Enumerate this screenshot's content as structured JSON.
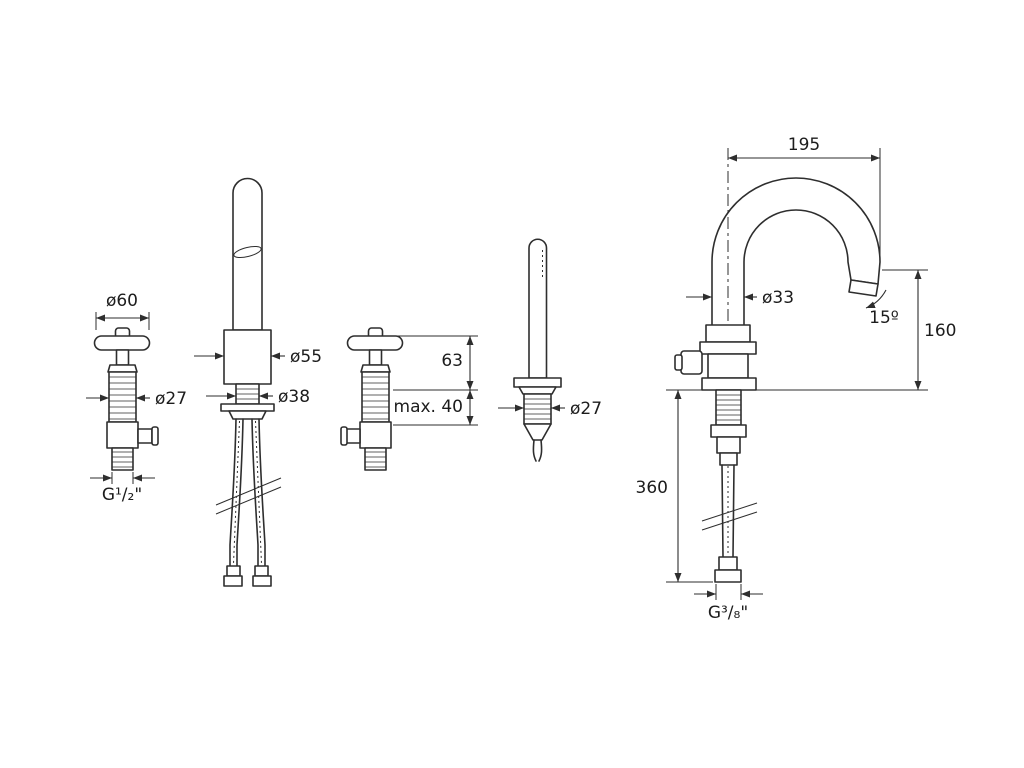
{
  "drawing": {
    "kind": "faucet installation technical drawing",
    "line_color": "#2e2e2e",
    "background": "#ffffff"
  },
  "figures": {
    "side_valve_left": {
      "name": "side valve with cross handle",
      "labels": {
        "handle_diameter": "ø60",
        "shank_diameter": "ø27",
        "connection_thread": "G¹/₂\""
      }
    },
    "spout_column": {
      "name": "deck column with supply hoses",
      "labels": {
        "body_diameter": "ø55",
        "shank_diameter": "ø38"
      }
    },
    "side_valve_right": {
      "name": "side valve with mounting dimensions",
      "labels": {
        "handle_height": "63",
        "max_deck_thickness": "max. 40"
      }
    },
    "handshower": {
      "name": "handshower in deck holder",
      "labels": {
        "shank_diameter": "ø27"
      }
    },
    "mixer_spout": {
      "name": "swan-neck spout with supply hose",
      "labels": {
        "spout_reach": "195",
        "tube_diameter": "ø33",
        "outlet_angle": "15º",
        "outlet_height": "160",
        "hose_length": "360",
        "connection_thread": "G³/₈\""
      }
    }
  }
}
